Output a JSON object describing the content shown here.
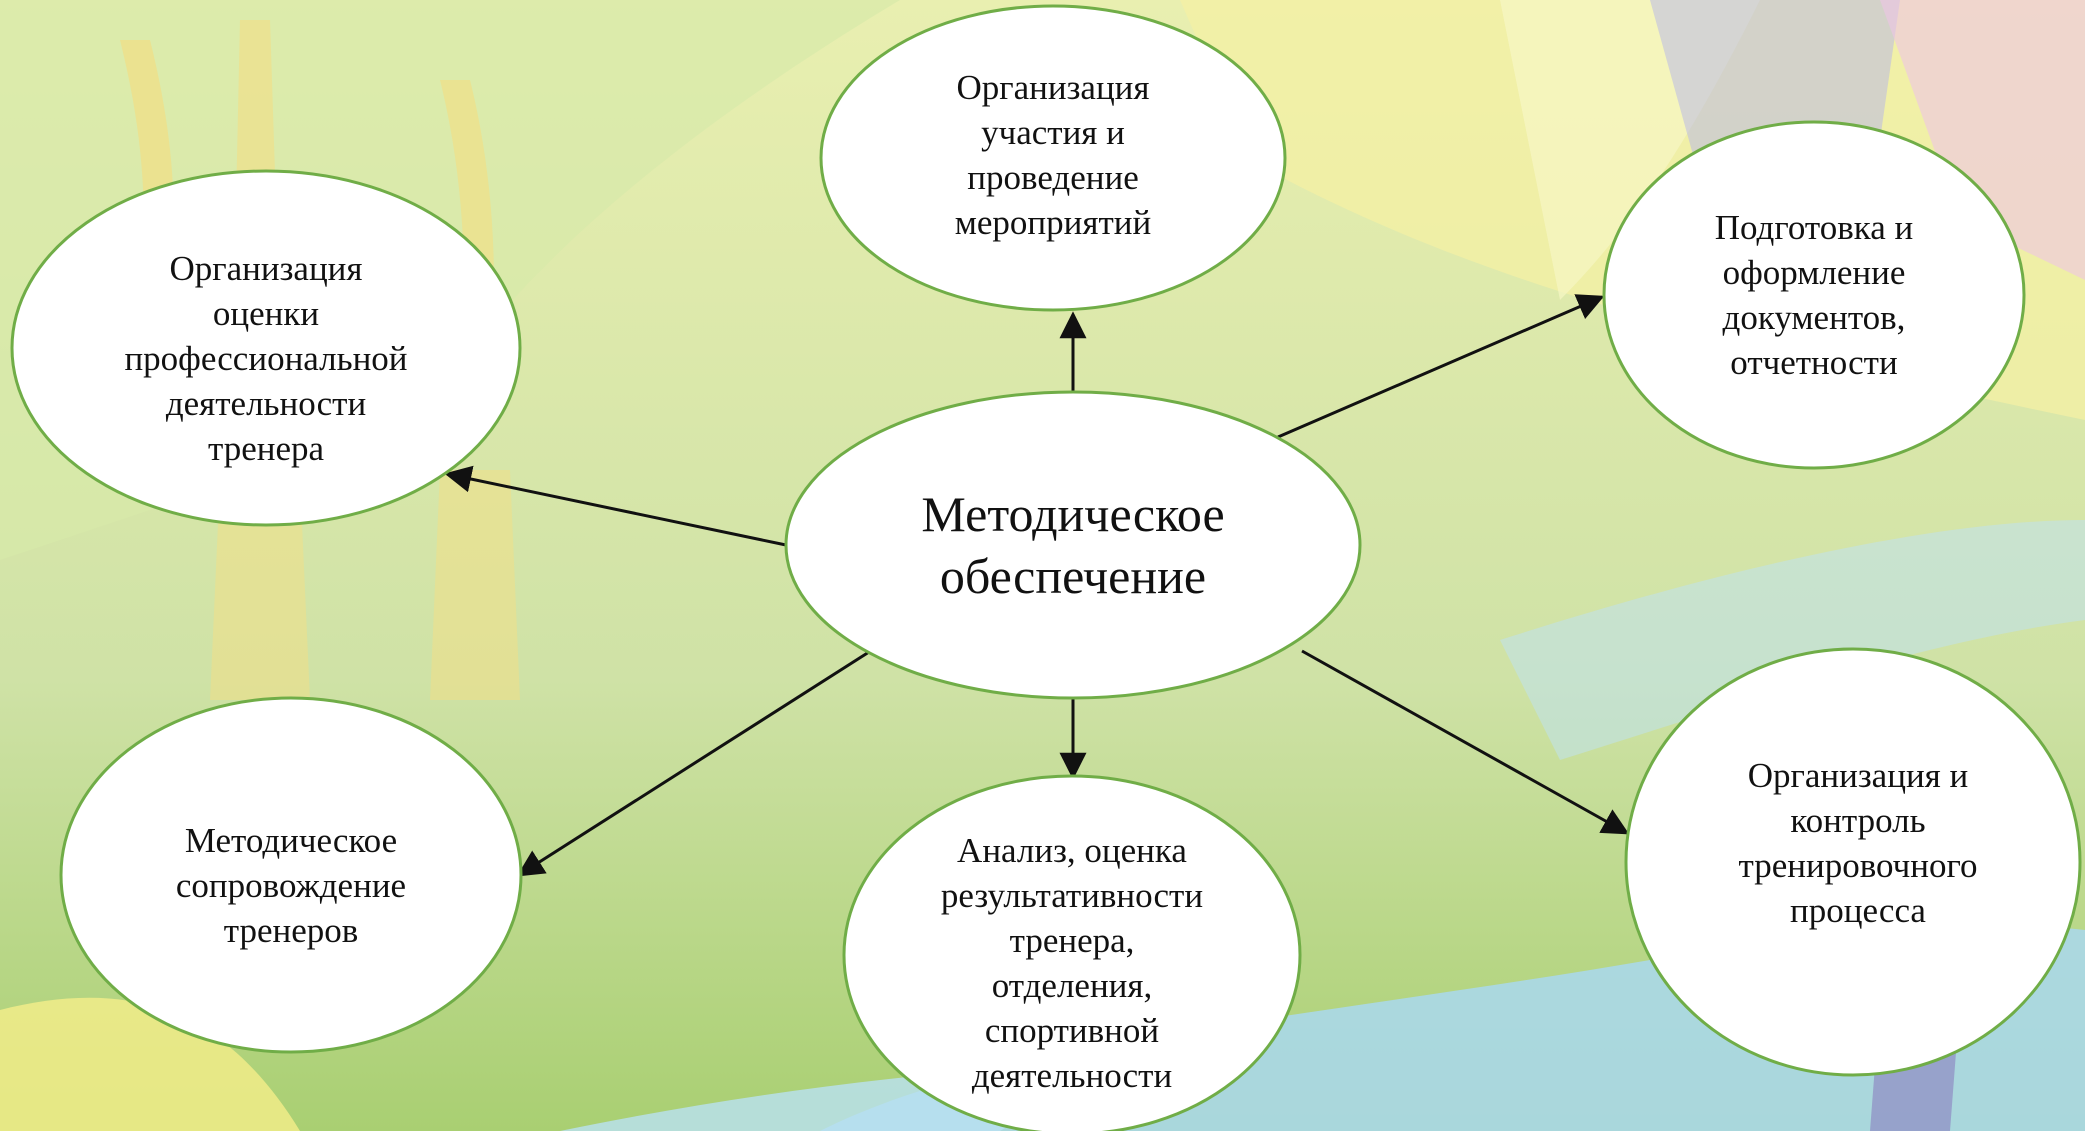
{
  "colors": {
    "node_fill": "#ffffff",
    "node_border": "#70ad47",
    "arrow": "#111111"
  },
  "diagram": {
    "center": {
      "lines": [
        "Методическое",
        "обеспечение"
      ]
    },
    "nodes": [
      {
        "id": "events",
        "lines": [
          "Организация",
          "участия и",
          "проведение",
          "мероприятий"
        ]
      },
      {
        "id": "documents",
        "lines": [
          "Подготовка и",
          "оформление",
          "документов,",
          "отчетности"
        ]
      },
      {
        "id": "training-control",
        "lines": [
          "Организация и",
          "контроль",
          "тренировочного",
          "процесса"
        ]
      },
      {
        "id": "analysis",
        "lines": [
          "Анализ, оценка",
          "результативности",
          "тренера,",
          "отделения,",
          "спортивной",
          "деятельности"
        ]
      },
      {
        "id": "coach-support",
        "lines": [
          "Методическое",
          "сопровождение",
          "тренеров"
        ]
      },
      {
        "id": "coach-evaluation",
        "lines": [
          "Организация",
          "оценки",
          "профессиональной",
          "деятельности",
          "тренера"
        ]
      }
    ]
  }
}
